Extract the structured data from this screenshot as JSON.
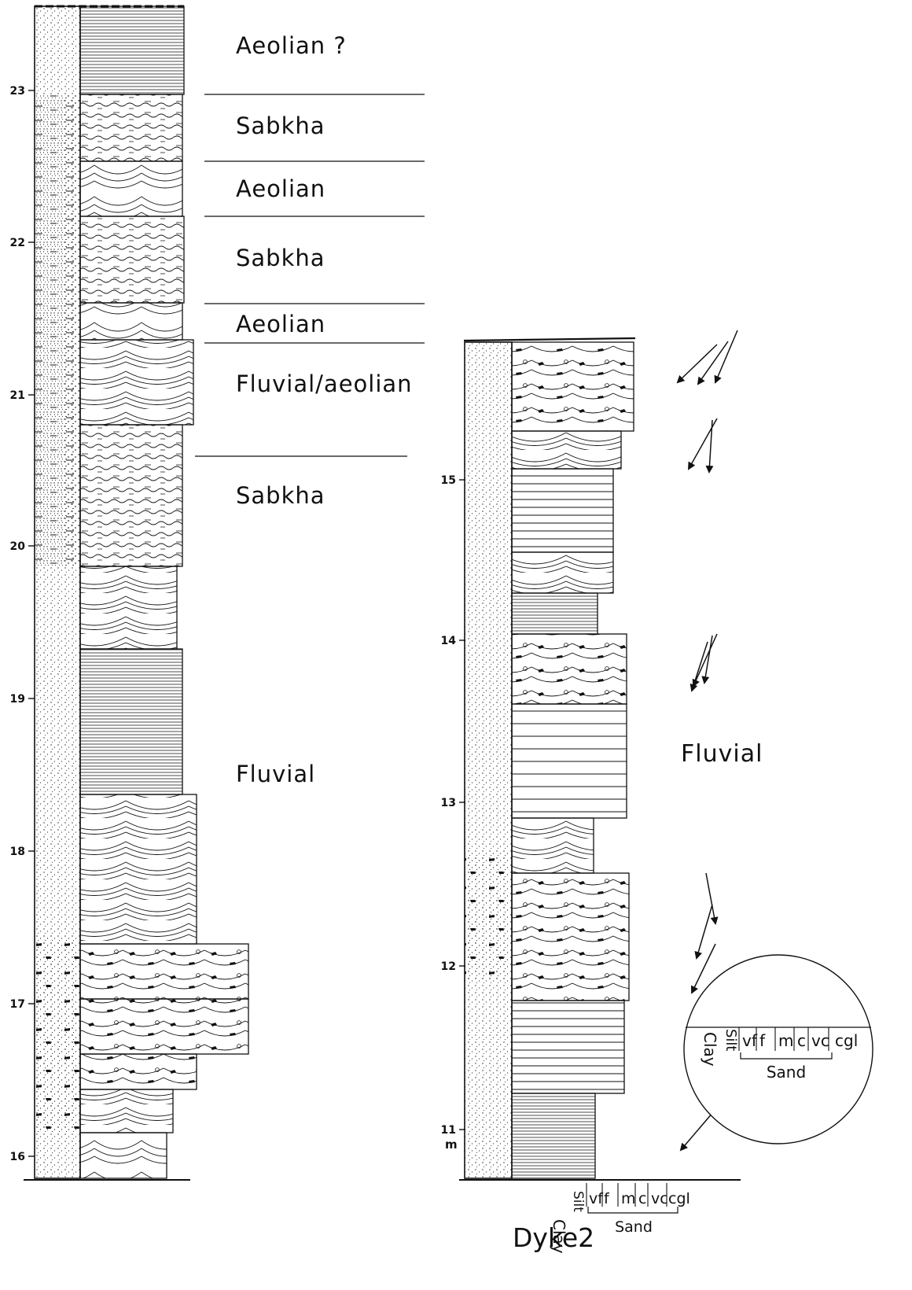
{
  "left_column": {
    "ticks": [
      "23",
      "22",
      "21",
      "20",
      "19",
      "18",
      "17",
      "16"
    ],
    "facies": [
      "Aeolian ?",
      "Sabkha",
      "Aeolian",
      "Sabkha",
      "Aeolian",
      "Fluvial/aeolian",
      "Sabkha",
      "Fluvial"
    ]
  },
  "right_column": {
    "title": "Dyke2",
    "ticks": [
      "15",
      "14",
      "13",
      "12",
      "11"
    ],
    "unit": "m",
    "facies": [
      "Fluvial"
    ],
    "grain_scale": {
      "clay": "Clay",
      "silt": "Silt",
      "sizes": [
        "vf",
        "f",
        "m",
        "c",
        "vc",
        "cgl"
      ],
      "sand": "Sand"
    }
  },
  "inset": {
    "clay": "Clay",
    "silt": "Silt",
    "sizes": [
      "vf",
      "f",
      "m",
      "c",
      "vc",
      "cgl"
    ],
    "sand": "Sand"
  }
}
